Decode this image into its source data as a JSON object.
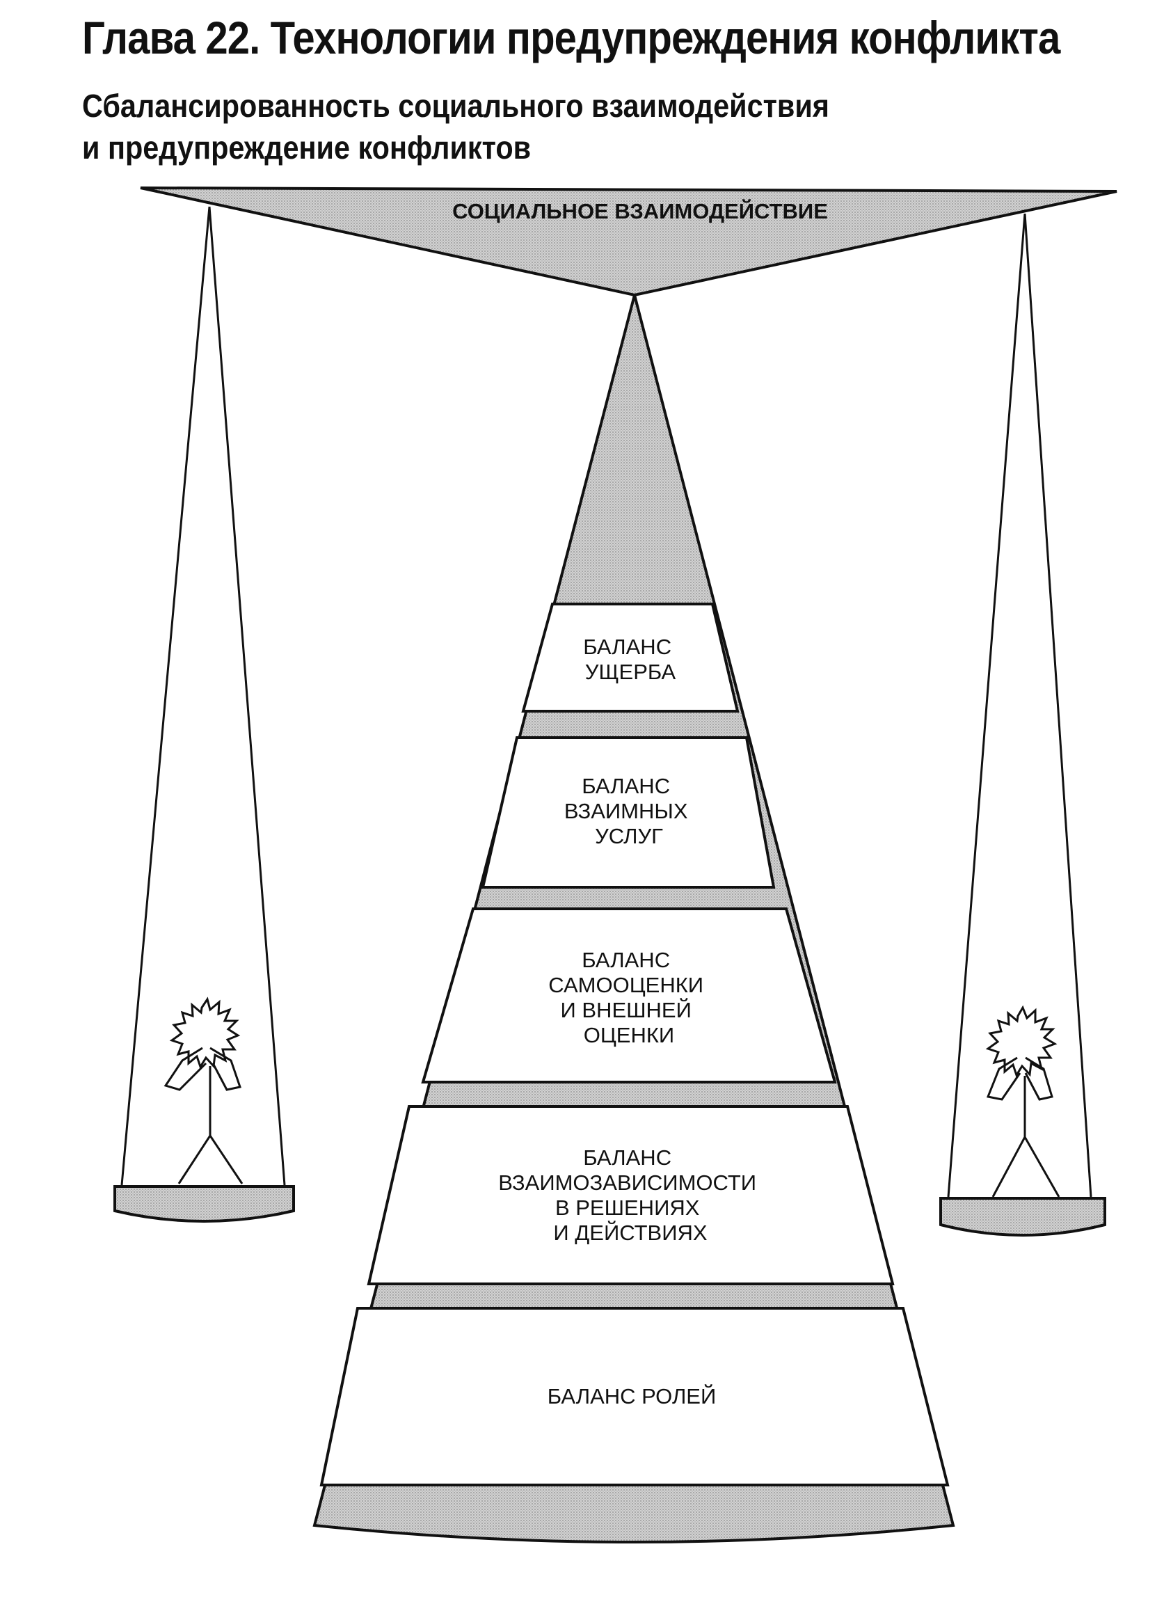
{
  "header": {
    "chapter_title": "Глава 22. Технологии предупреждения конфликта",
    "section_title_lines": [
      "Сбалансированность социального взаимодействия",
      "и предупреждение конфликтов"
    ]
  },
  "diagram": {
    "beam_label": "СОЦИАЛЬНОЕ ВЗАИМОДЕЙСТВИЕ",
    "levels": [
      {
        "lines": [
          "БАЛАНС",
          "УЩЕРБА"
        ]
      },
      {
        "lines": [
          "БАЛАНС",
          "ВЗАИМНЫХ",
          "УСЛУГ"
        ]
      },
      {
        "lines": [
          "БАЛАНС",
          "САМООЦЕНКИ",
          "И ВНЕШНЕЙ",
          "ОЦЕНКИ"
        ]
      },
      {
        "lines": [
          "БАЛАНС",
          "ВЗАИМОЗАВИСИМОСТИ",
          "В РЕШЕНИЯХ",
          "И ДЕЙСТВИЯХ"
        ]
      },
      {
        "lines": [
          "БАЛАНС РОЛЕЙ"
        ]
      }
    ],
    "figures": [
      "left-person",
      "right-person"
    ]
  },
  "colors": {
    "ink": "#111111",
    "shading": "#c8c8c8",
    "paper": "#ffffff"
  }
}
